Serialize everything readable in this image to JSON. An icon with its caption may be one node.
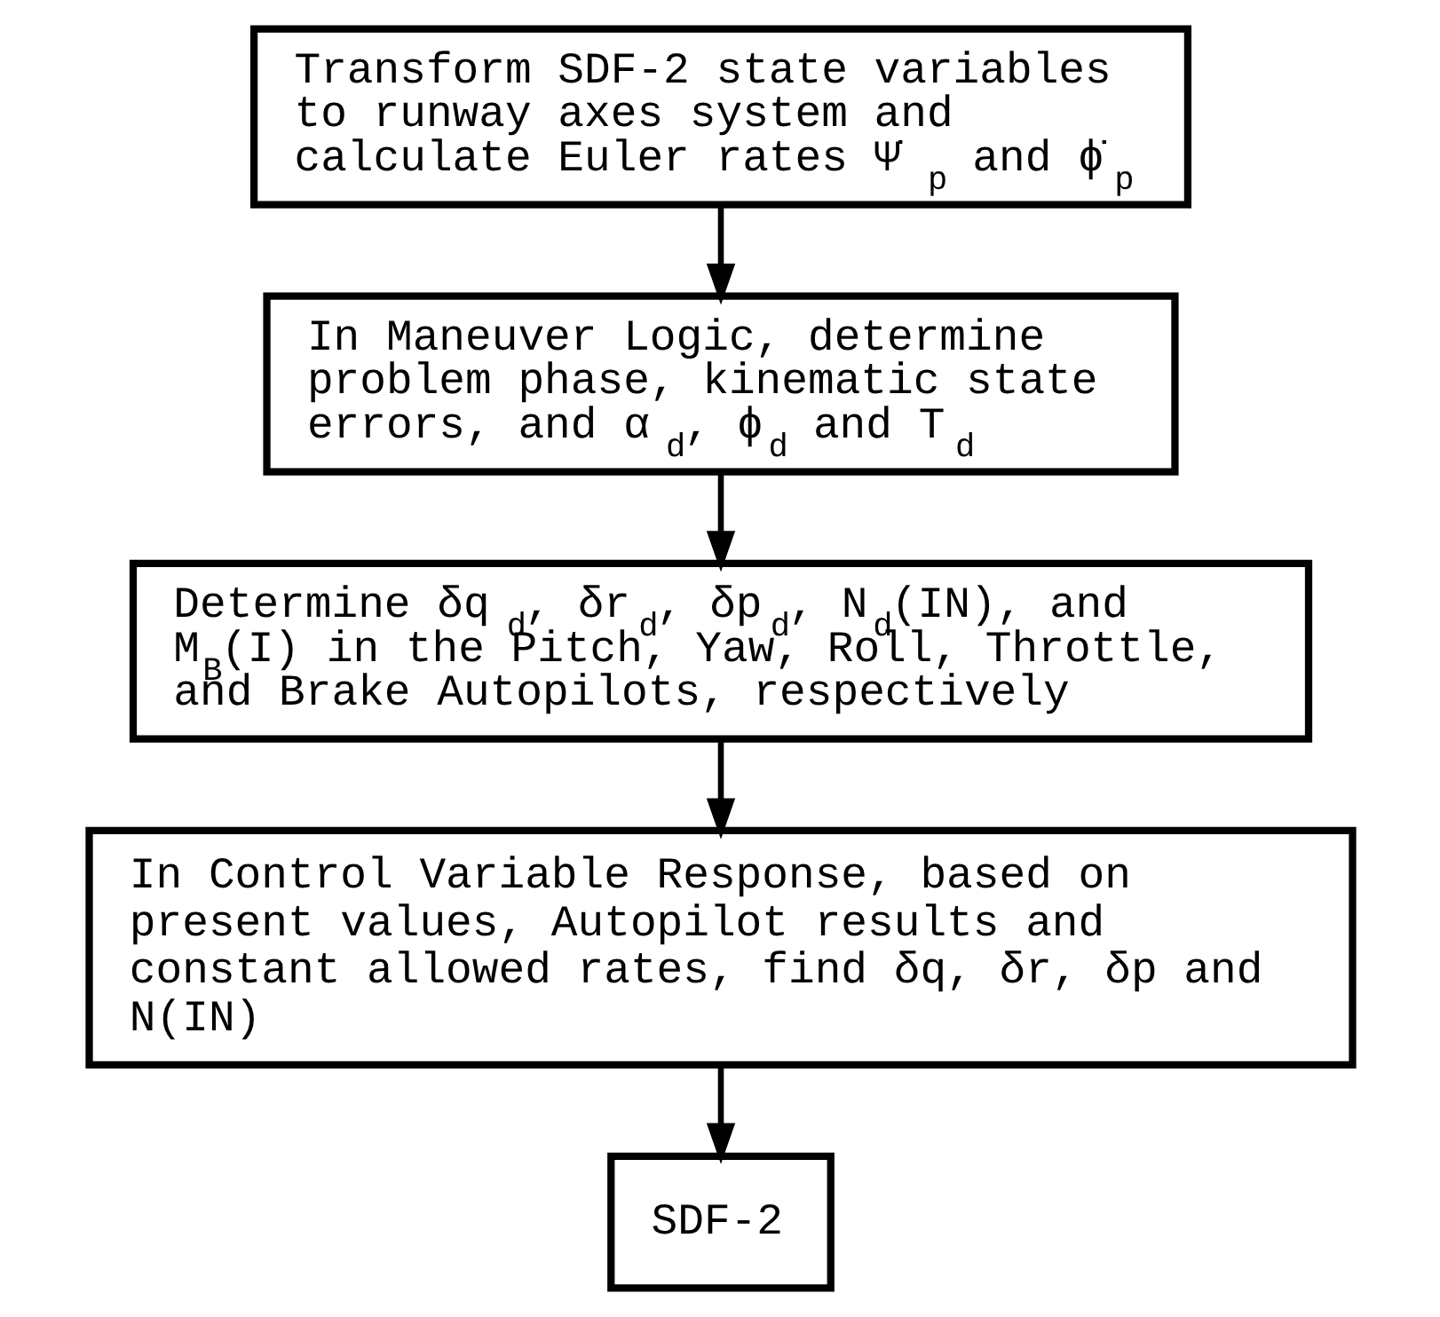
{
  "diagram": {
    "nodes": [
      {
        "text": [
          "Transform SDF-2 state variables to runway axes system and calculate Euler rates Ψ̇$_{p}$ and ϕ̇$_{p}$"
        ]
      },
      {
        "text": [
          "In Maneuver Logic, determine problem phase, kinematic state errors, and α$_{d}$, ϕ$_{d}$ and T$_{d}$"
        ]
      },
      {
        "text": [
          "Determine δq$_{d}$, δr$_{d}$, δp$_{d}$, N$_{d}$(IN), and M$_{B}$(I) in the Pitch, Yaw, Roll, Throttle, and Brake Autopilots, respectively"
        ]
      },
      {
        "text": [
          "In Control Variable Response, based on present values, Autopilot results and constant allowed rates, find δq, δr, δp and N(IN)"
        ]
      },
      {
        "text": [
          "SDF-2"
        ]
      }
    ],
    "edges": [
      {
        "from": 0,
        "to": 1,
        "arrow": "to"
      },
      {
        "from": 1,
        "to": 2,
        "arrow": "to"
      },
      {
        "from": 2,
        "to": 3,
        "arrow": "to"
      },
      {
        "from": 3,
        "to": 4,
        "arrow": "to"
      }
    ]
  }
}
